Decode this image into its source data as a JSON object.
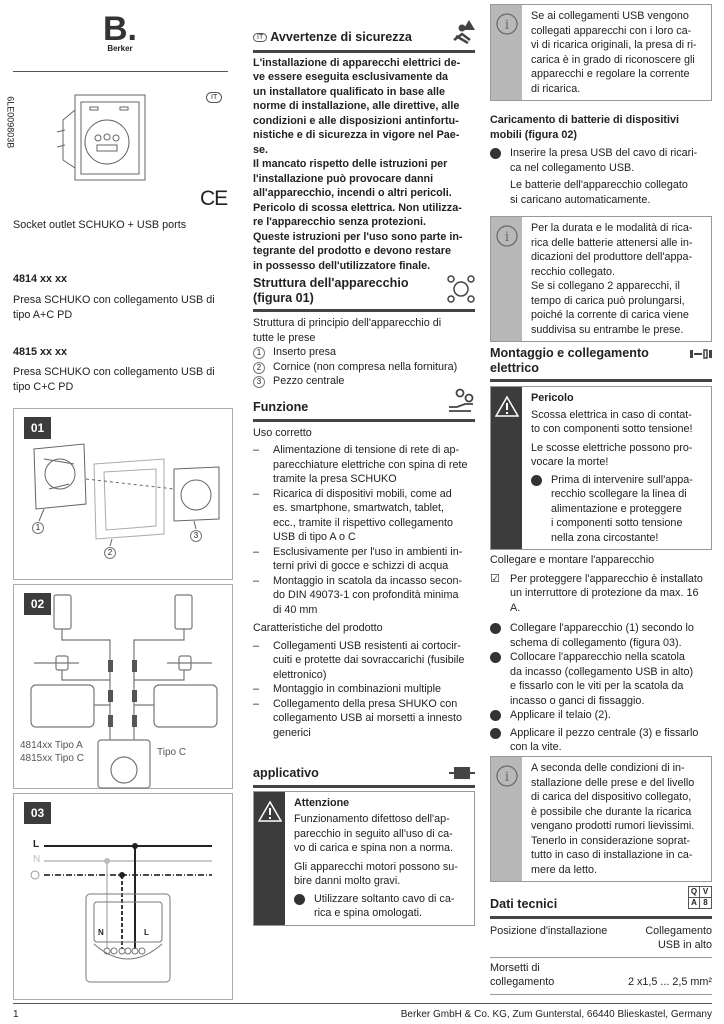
{
  "brand": {
    "logo_letter": "B.",
    "logo_name": "Berker"
  },
  "doc_code": "6LE009803B",
  "lang_badge": "IT",
  "ce_mark": "CE",
  "product_title": "Socket outlet SCHUKO + USB ports",
  "variants": [
    {
      "code": "4814 xx xx",
      "desc": "Presa SCHUKO con collegamento USB di\ntipo A+C PD"
    },
    {
      "code": "4815 xx xx",
      "desc": "Presa SCHUKO con collegamento USB di\ntipo C+C PD"
    }
  ],
  "figures": {
    "fig01": {
      "tag": "01",
      "callouts": [
        "1",
        "2",
        "3"
      ]
    },
    "fig02": {
      "tag": "02",
      "label_left_1": "4814xx Tipo A",
      "label_left_2": "4815xx Tipo C",
      "label_right": "Tipo C"
    },
    "fig03": {
      "tag": "03",
      "line_L": "L",
      "line_N": "N",
      "term_N": "N",
      "term_L": "L"
    }
  },
  "safety": {
    "heading_badge": "IT",
    "heading": "Avvertenze di sicurezza",
    "text": "L'installazione di apparecchi elettrici de-\nve essere eseguita esclusivamente da\nun installatore qualificato in base alle\nnorme di installazione, alle direttive, alle\ncondizioni e alle disposizioni antinfortu-\nnistiche e di sicurezza in vigore nel Pae-\nse.\nIl mancato rispetto delle istruzioni per\nl'installazione può provocare danni\nall'apparecchio, incendi o altri pericoli.\nPericolo di scossa elettrica. Non utilizza-\nre l'apparecchio senza protezioni.\nQueste istruzioni per l'uso sono parte in-\ntegrante del prodotto e devono restare\nin possesso dell'utilizzatore finale."
  },
  "structure": {
    "heading": "Struttura dell'apparecchio\n(figura 01)",
    "intro": "Struttura di principio dell'apparecchio di\ntutte le prese",
    "items": [
      {
        "n": "1",
        "label": "Inserto presa"
      },
      {
        "n": "2",
        "label": "Cornice (non compresa nella fornitura)"
      },
      {
        "n": "3",
        "label": "Pezzo centrale"
      }
    ]
  },
  "function": {
    "heading": "Funzione",
    "use_label": "Uso corretto",
    "use_items": [
      "Alimentazione di tensione di rete di ap-\nparecchiature elettriche con spina di rete\ntramite la presa SCHUKO",
      "Ricarica di dispositivi mobili, come ad\nes. smartphone, smartwatch, tablet,\necc., tramite il rispettivo collegamento\nUSB di tipo A o C",
      "Esclusivamente per l'uso in ambienti in-\nterni privi di gocce e schizzi di acqua",
      "Montaggio in scatola da incasso secon-\ndo DIN 49073-1 con profondità minima\ndi 40 mm"
    ],
    "features_label": "Caratteristiche del prodotto",
    "feature_items": [
      "Collegamenti USB resistenti ai cortocir-\ncuiti e protette dai sovraccarichi (fusibile\nelettronico)",
      "Montaggio in combinazioni multiple",
      "Collegamento della presa SHUKO con\ncollegamento USB ai morsetti a innesto\ngenerici"
    ]
  },
  "application": {
    "heading": "applicativo",
    "warning": {
      "title": "Attenzione",
      "p1": "Funzionamento difettoso dell'ap-\nparecchio in seguito all'uso di ca-\nvo di carica e spina non a norma.",
      "p2": "Gli apparecchi motori possono su-\nbire danni molto gravi.",
      "bullet": "Utilizzare soltanto cavo di ca-\nrica e spina omologati."
    }
  },
  "info1": "Se ai collegamenti USB vengono\ncollegati apparecchi con i loro ca-\nvi di ricarica originali, la presa di ri-\ncarica è in grado di riconoscere gli\napparecchi e regolare la corrente\ndi ricarica.",
  "charging": {
    "heading": "Caricamento di batterie di dispositivi\nmobili (figura 02)",
    "bullet": "Inserire la presa USB del cavo di ricari-\nca nel collegamento USB.",
    "note": "Le batterie dell'apparecchio collegato\nsi caricano automaticamente."
  },
  "info2": "Per la durata e le modalità di rica-\nrica delle batterie attenersi alle in-\ndicazioni del produttore dell'appa-\nrecchio collegato.\nSe si collegano 2 apparecchi, il\ntempo di carica può prolungarsi,\npoiché la corrente di carica viene\nsuddivisa su entrambe le prese.",
  "mounting": {
    "heading": "Montaggio e collegamento\nelettrico",
    "danger": {
      "title": "Pericolo",
      "p1": "Scossa elettrica in caso di contat-\nto con componenti sotto tensione!",
      "p2": "Le scosse elettriche possono pro-\nvocare la morte!",
      "bullet": "Prima di intervenire sull'appa-\nrecchio scollegare la linea di\nalimentazione e proteggere\ni componenti sotto tensione\nnella zona circostante!"
    },
    "subheading": "Collegare e montare l'apparecchio",
    "precondition": "Per proteggere l'apparecchio è installato\nun interruttore di protezione da max. 16\nA.",
    "steps": [
      "Collegare l'apparecchio (1) secondo lo\nschema di collegamento (figura 03).",
      "Collocare l'apparecchio nella scatola\nda incasso (collegamento USB in alto)\ne fissarlo con le viti per la scatola da\nincasso o ganci di fissaggio.",
      "Applicare il telaio (2).",
      "Applicare il pezzo centrale (3) e fissarlo\ncon la vite."
    ]
  },
  "info3": "A seconda delle condizioni di in-\nstallazione delle prese e del livello\ndi carica del dispositivo collegato,\nè possibile che durante la ricarica\nvengano prodotti rumori lievissimi.\nTenerlo in considerazione soprat-\ntutto in caso di installazione in ca-\nmere da letto.",
  "tech": {
    "heading": "Dati tecnici",
    "icon_letters": [
      "Q",
      "V",
      "A",
      "8"
    ],
    "rows": [
      {
        "label": "Posizione d'installazione",
        "value": "Collegamento\nUSB in alto"
      },
      {
        "label": "Morsetti di\ncollegamento",
        "value": "2 x1,5 ... 2,5 mm²"
      }
    ]
  },
  "footer": {
    "page": "1",
    "company": "Berker GmbH & Co. KG, Zum Gunterstal, 66440 Blieskastel, Germany"
  }
}
